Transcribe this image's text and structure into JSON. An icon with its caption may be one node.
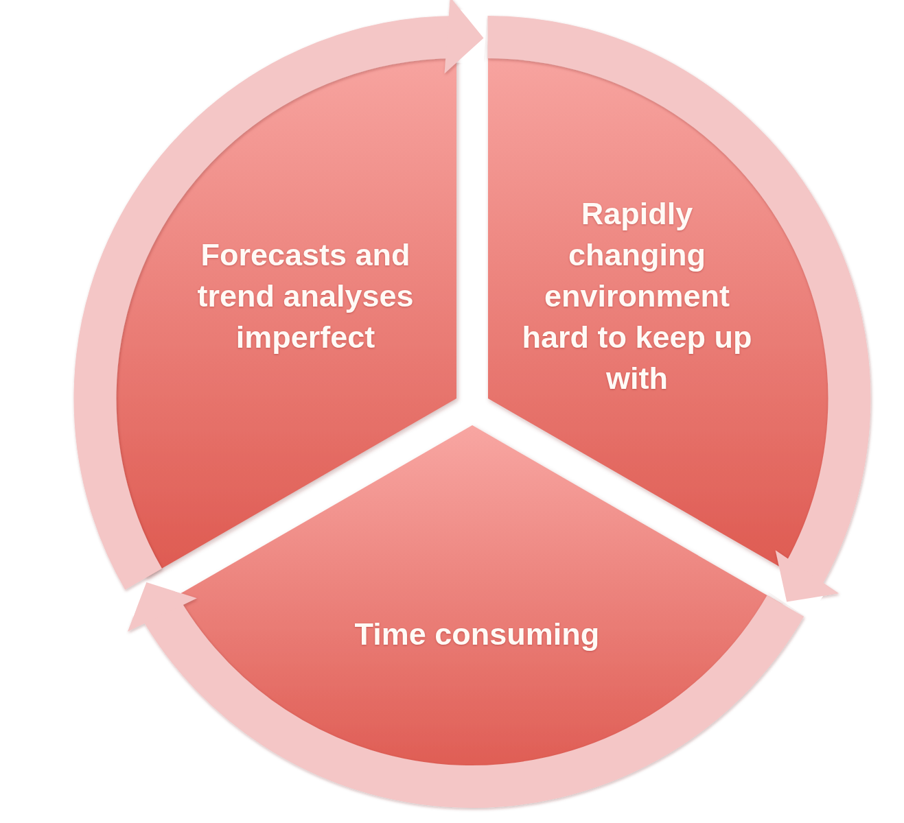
{
  "diagram": {
    "nodes": [
      {
        "text": [
          "Forecasts and trend analyses imperfect"
        ]
      },
      {
        "text": [
          "Rapidly changing environment hard to keep up with"
        ]
      },
      {
        "text": [
          "Time consuming"
        ]
      }
    ],
    "edges": [
      {
        "from": 0,
        "to": 1,
        "arrow": "to"
      },
      {
        "from": 1,
        "to": 2,
        "arrow": "to"
      },
      {
        "from": 2,
        "to": 0,
        "arrow": "to"
      }
    ]
  }
}
